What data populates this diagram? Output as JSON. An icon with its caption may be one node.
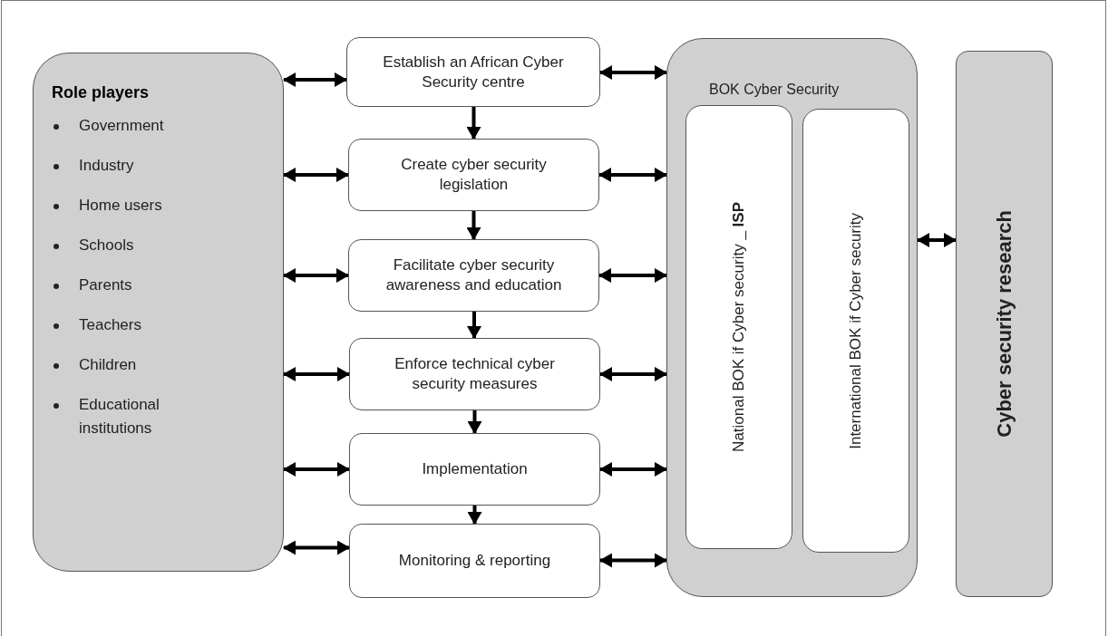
{
  "diagram": {
    "nodes": [
      {
        "text": [
          "Role players",
          "Government",
          "Industry",
          "Home users",
          "Schools",
          "Parents",
          "Teachers",
          "Children",
          "Educational institutions"
        ]
      },
      {
        "text": [
          "Establish an African Cyber Security centre"
        ]
      },
      {
        "text": [
          "Create cyber security legislation"
        ]
      },
      {
        "text": [
          "Facilitate cyber security awareness and education"
        ]
      },
      {
        "text": [
          "Enforce technical cyber security measures"
        ]
      },
      {
        "text": [
          "Implementation"
        ]
      },
      {
        "text": [
          "Monitoring & reporting"
        ]
      },
      {
        "text": [
          "BOK Cyber Security"
        ]
      },
      {
        "text": [
          "National BOK if Cyber security _ **ISP**"
        ],
        "in": 7
      },
      {
        "text": [
          "International BOK if Cyber security"
        ],
        "in": 7
      },
      {
        "text": [
          "Cyber security research"
        ]
      }
    ],
    "edges": [
      {
        "from": 0,
        "to": 1,
        "arrow": "both"
      },
      {
        "from": 1,
        "to": 7,
        "arrow": "both"
      },
      {
        "from": 1,
        "to": 2,
        "arrow": "to"
      },
      {
        "from": 0,
        "to": 2,
        "arrow": "both"
      },
      {
        "from": 2,
        "to": 7,
        "arrow": "both"
      },
      {
        "from": 2,
        "to": 3,
        "arrow": "to"
      },
      {
        "from": 0,
        "to": 3,
        "arrow": "both"
      },
      {
        "from": 3,
        "to": 7,
        "arrow": "both"
      },
      {
        "from": 3,
        "to": 4,
        "arrow": "to"
      },
      {
        "from": 0,
        "to": 4,
        "arrow": "both"
      },
      {
        "from": 4,
        "to": 7,
        "arrow": "both"
      },
      {
        "from": 4,
        "to": 5,
        "arrow": "to"
      },
      {
        "from": 0,
        "to": 5,
        "arrow": "both"
      },
      {
        "from": 5,
        "to": 7,
        "arrow": "both"
      },
      {
        "from": 5,
        "to": 6,
        "arrow": "to"
      },
      {
        "from": 0,
        "to": 6,
        "arrow": "both"
      },
      {
        "from": 6,
        "to": 7,
        "arrow": "both"
      },
      {
        "from": 7,
        "to": 10,
        "arrow": "both"
      }
    ]
  }
}
